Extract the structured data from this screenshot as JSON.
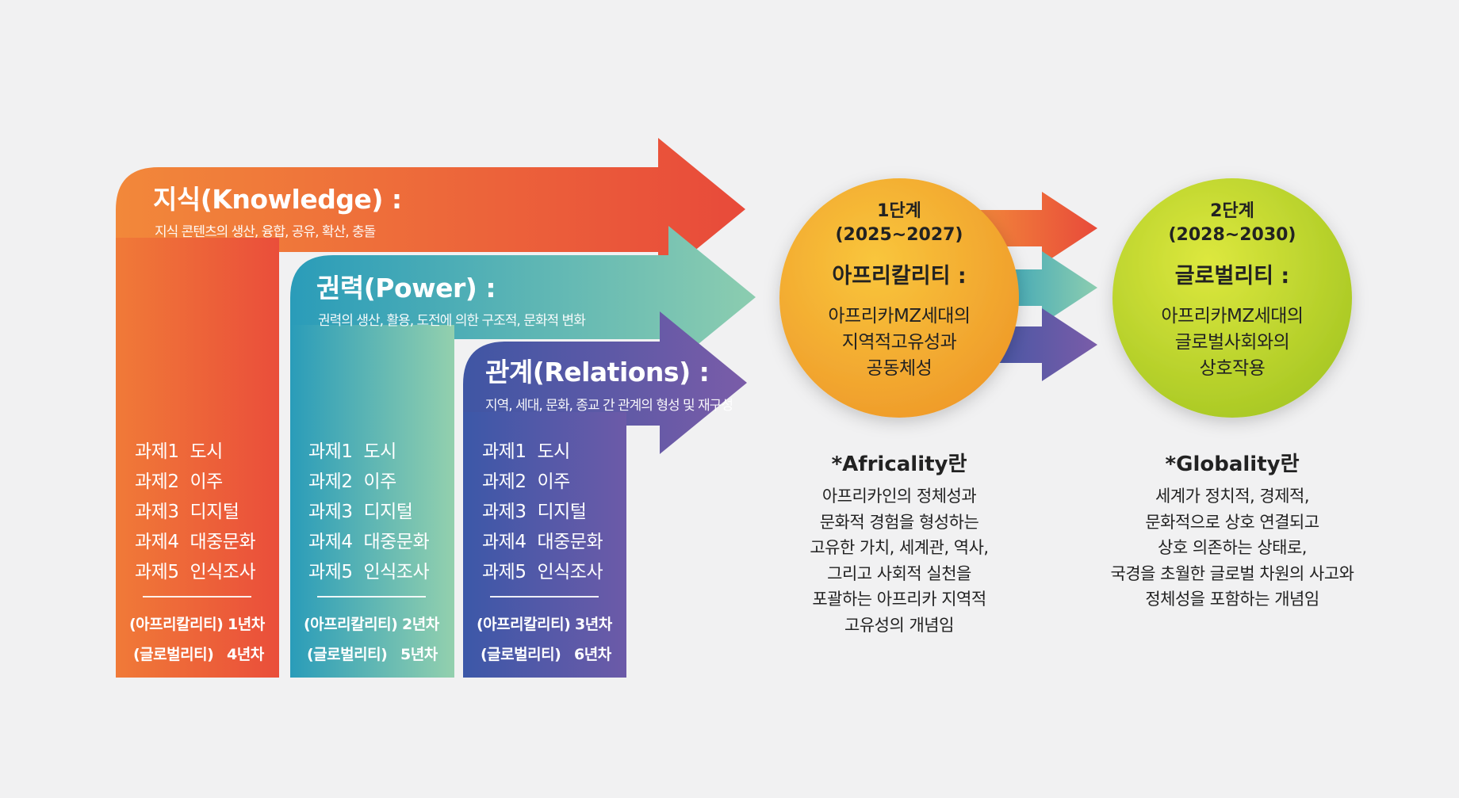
{
  "colors": {
    "knowledge_start": "#f2883a",
    "knowledge_end": "#e84a3a",
    "power_start": "#2a9cb9",
    "power_end": "#8ccdb0",
    "relations_start": "#3f56a4",
    "relations_end": "#7a5ca8",
    "stage1_light": "#f7c23a",
    "stage1_dark": "#ef9b2a",
    "stage2_light": "#d8e53a",
    "stage2_dark": "#a8c824",
    "background": "#f1f1f2"
  },
  "knowledge": {
    "title": "지식(Knowledge) :",
    "desc": "지식 콘텐츠의 생산, 융합, 공유, 확산, 충돌",
    "tasks": [
      {
        "no": "과제1",
        "name": "도시"
      },
      {
        "no": "과제2",
        "name": "이주"
      },
      {
        "no": "과제3",
        "name": "디지털"
      },
      {
        "no": "과제4",
        "name": "대중문화"
      },
      {
        "no": "과제5",
        "name": "인식조사"
      }
    ],
    "africality_label": "(아프리칼리티)",
    "africality_year": "1년차",
    "globality_label": "(글로벌리티)",
    "globality_year": "4년차"
  },
  "power": {
    "title": "권력(Power) :",
    "desc": "권력의 생산, 활용, 도전에 의한 구조적, 문화적 변화",
    "tasks": [
      {
        "no": "과제1",
        "name": "도시"
      },
      {
        "no": "과제2",
        "name": "이주"
      },
      {
        "no": "과제3",
        "name": "디지털"
      },
      {
        "no": "과제4",
        "name": "대중문화"
      },
      {
        "no": "과제5",
        "name": "인식조사"
      }
    ],
    "africality_label": "(아프리칼리티)",
    "africality_year": "2년차",
    "globality_label": "(글로벌리티)",
    "globality_year": "5년차"
  },
  "relations": {
    "title": "관계(Relations) :",
    "desc": "지역, 세대, 문화, 종교 간 관계의 형성 및 재구성",
    "tasks": [
      {
        "no": "과제1",
        "name": "도시"
      },
      {
        "no": "과제2",
        "name": "이주"
      },
      {
        "no": "과제3",
        "name": "디지털"
      },
      {
        "no": "과제4",
        "name": "대중문화"
      },
      {
        "no": "과제5",
        "name": "인식조사"
      }
    ],
    "africality_label": "(아프리칼리티)",
    "africality_year": "3년차",
    "globality_label": "(글로벌리티)",
    "globality_year": "6년차"
  },
  "stage1": {
    "stage": "1단계",
    "period": "(2025~2027)",
    "title": "아프리칼리티 :",
    "body": [
      "아프리카MZ세대의",
      "지역적고유성과",
      "공동체성"
    ]
  },
  "stage2": {
    "stage": "2단계",
    "period": "(2028~2030)",
    "title": "글로벌리티 :",
    "body": [
      "아프리카MZ세대의",
      "글로벌사회와의",
      "상호작용"
    ]
  },
  "africality_def": {
    "title": "*Africality란",
    "lines": [
      "아프리카인의 정체성과",
      "문화적 경험을 형성하는",
      "고유한 가치, 세계관, 역사,",
      "그리고 사회적 실천을",
      "포괄하는 아프리카 지역적",
      "고유성의 개념임"
    ]
  },
  "globality_def": {
    "title": "*Globality란",
    "lines": [
      "세계가 정치적, 경제적,",
      "문화적으로 상호 연결되고",
      "상호 의존하는 상태로,",
      "국경을 초월한 글로벌 차원의 사고와",
      "정체성을 포함하는 개념임"
    ]
  }
}
